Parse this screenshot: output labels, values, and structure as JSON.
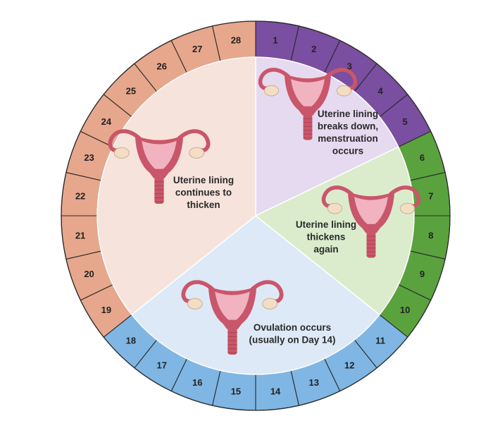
{
  "cycle": {
    "days": [
      "1",
      "2",
      "3",
      "4",
      "5",
      "6",
      "7",
      "8",
      "9",
      "10",
      "11",
      "12",
      "13",
      "14",
      "15",
      "16",
      "17",
      "18",
      "19",
      "20",
      "21",
      "22",
      "23",
      "24",
      "25",
      "26",
      "27",
      "28"
    ],
    "phases": [
      {
        "id": "menstruation",
        "days": [
          1,
          5
        ],
        "ring_color": "#7a4ea0",
        "wedge_color": "#e6daf0",
        "caption": [
          "Uterine lining",
          "breaks down,",
          "menstruation",
          "occurs"
        ]
      },
      {
        "id": "proliferative",
        "days": [
          6,
          10
        ],
        "ring_color": "#5aa23e",
        "wedge_color": "#dbeccd",
        "caption": [
          "Uterine lining",
          "thickens",
          "again"
        ]
      },
      {
        "id": "ovulation",
        "days": [
          11,
          18
        ],
        "ring_color": "#7fb6e4",
        "wedge_color": "#dde9f6",
        "caption": [
          "Ovulation occurs",
          "(usually on Day 14)"
        ]
      },
      {
        "id": "luteal",
        "days": [
          19,
          28
        ],
        "ring_color": "#e7a78c",
        "wedge_color": "#f6e3dc",
        "caption": [
          "Uterine lining",
          "continues to",
          "thicken"
        ]
      }
    ],
    "ring_stroke_color": "#2b2b2b",
    "icon_names": [
      "uterus-icon"
    ],
    "organ_colors": {
      "body": "#c9566a",
      "lining": "#f1b3bf",
      "ovary": "#f3ddc5"
    }
  }
}
